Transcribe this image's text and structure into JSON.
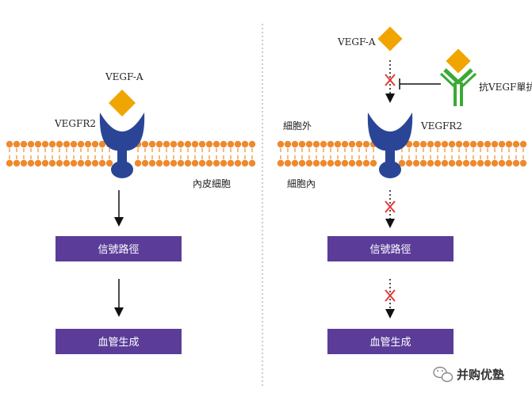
{
  "left_panel": {
    "ligand_label": "VEGF-A",
    "receptor_label": "VEGFR2",
    "cell_label": "內皮細胞",
    "signal_box": "信號路徑",
    "outcome_box": "血管生成"
  },
  "right_panel": {
    "ligand_label": "VEGF-A",
    "antibody_label": "抗VEGF單抗",
    "extracellular_label": "細胞外",
    "receptor_label": "VEGFR2",
    "intracellular_label": "細胞內",
    "signal_box": "信號路徑",
    "outcome_box": "血管生成"
  },
  "watermark": {
    "text": "并购优塾",
    "icon": "wechat-icon"
  },
  "colors": {
    "ligand": "#f0a500",
    "receptor": "#2b4596",
    "membrane": "#ee8a2e",
    "box": "#5b3d99",
    "antibody": "#3aaa35",
    "block": "#e53935"
  }
}
